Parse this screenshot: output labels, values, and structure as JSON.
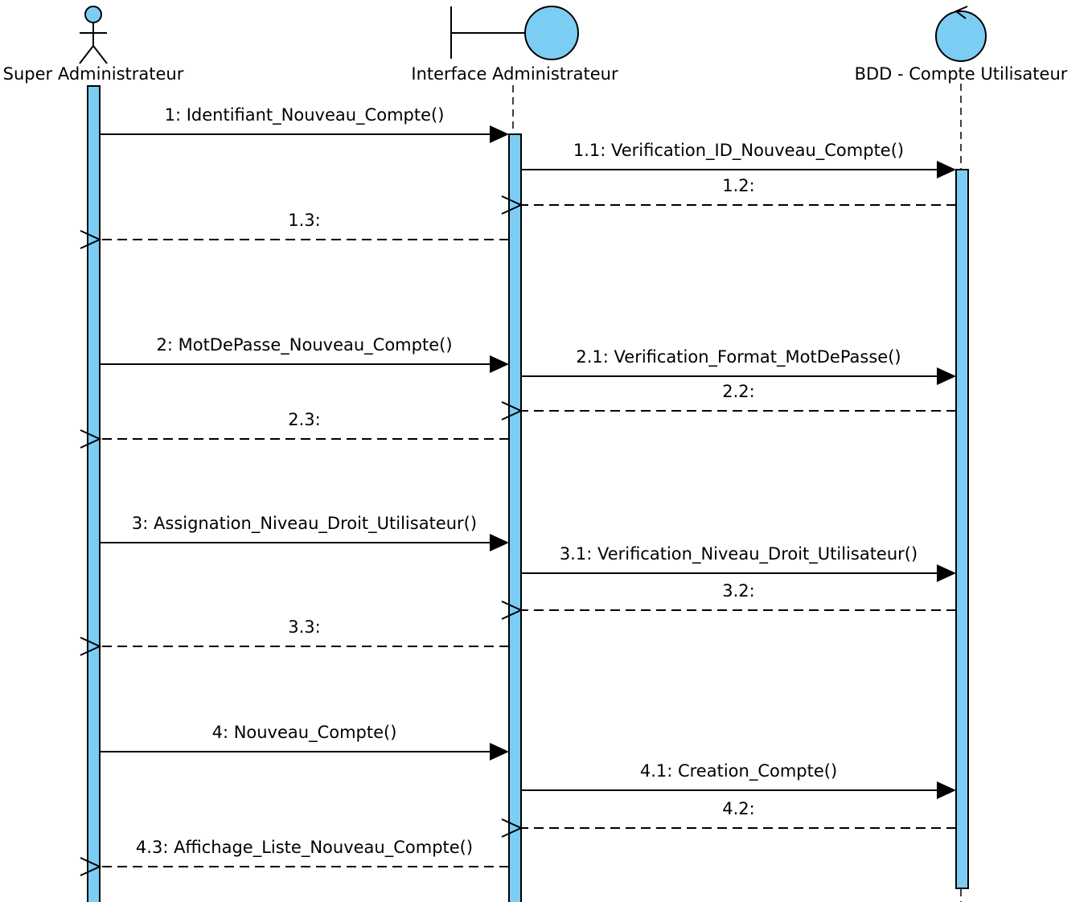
{
  "diagram": {
    "type": "uml-sequence",
    "colors": {
      "activation": "#7ccdf4",
      "stroke": "#000000",
      "background": "#ffffff"
    },
    "participants": [
      {
        "id": "super_admin",
        "kind": "actor",
        "icon": "actor-stick-figure-icon",
        "label": "Super Administrateur"
      },
      {
        "id": "interface_admin",
        "kind": "boundary",
        "icon": "boundary-icon",
        "label": "Interface Administrateur"
      },
      {
        "id": "bdd_compte",
        "kind": "control",
        "icon": "control-icon",
        "label": "BDD - Compte Utilisateur"
      }
    ],
    "messages": [
      {
        "label": "1: Identifiant_Nouveau_Compte()",
        "from": "super_admin",
        "to": "interface_admin",
        "kind": "call"
      },
      {
        "label": "1.1: Verification_ID_Nouveau_Compte()",
        "from": "interface_admin",
        "to": "bdd_compte",
        "kind": "call"
      },
      {
        "label": "1.2:",
        "from": "bdd_compte",
        "to": "interface_admin",
        "kind": "return"
      },
      {
        "label": "1.3:",
        "from": "interface_admin",
        "to": "super_admin",
        "kind": "return"
      },
      {
        "label": "2: MotDePasse_Nouveau_Compte()",
        "from": "super_admin",
        "to": "interface_admin",
        "kind": "call"
      },
      {
        "label": "2.1: Verification_Format_MotDePasse()",
        "from": "interface_admin",
        "to": "bdd_compte",
        "kind": "call"
      },
      {
        "label": "2.2:",
        "from": "bdd_compte",
        "to": "interface_admin",
        "kind": "return"
      },
      {
        "label": "2.3:",
        "from": "interface_admin",
        "to": "super_admin",
        "kind": "return"
      },
      {
        "label": "3: Assignation_Niveau_Droit_Utilisateur()",
        "from": "super_admin",
        "to": "interface_admin",
        "kind": "call"
      },
      {
        "label": "3.1: Verification_Niveau_Droit_Utilisateur()",
        "from": "interface_admin",
        "to": "bdd_compte",
        "kind": "call"
      },
      {
        "label": "3.2:",
        "from": "bdd_compte",
        "to": "interface_admin",
        "kind": "return"
      },
      {
        "label": "3.3:",
        "from": "interface_admin",
        "to": "super_admin",
        "kind": "return"
      },
      {
        "label": "4: Nouveau_Compte()",
        "from": "super_admin",
        "to": "interface_admin",
        "kind": "call"
      },
      {
        "label": "4.1: Creation_Compte()",
        "from": "interface_admin",
        "to": "bdd_compte",
        "kind": "call"
      },
      {
        "label": "4.2:",
        "from": "bdd_compte",
        "to": "interface_admin",
        "kind": "return"
      },
      {
        "label": "4.3: Affichage_Liste_Nouveau_Compte()",
        "from": "interface_admin",
        "to": "super_admin",
        "kind": "return"
      }
    ]
  }
}
